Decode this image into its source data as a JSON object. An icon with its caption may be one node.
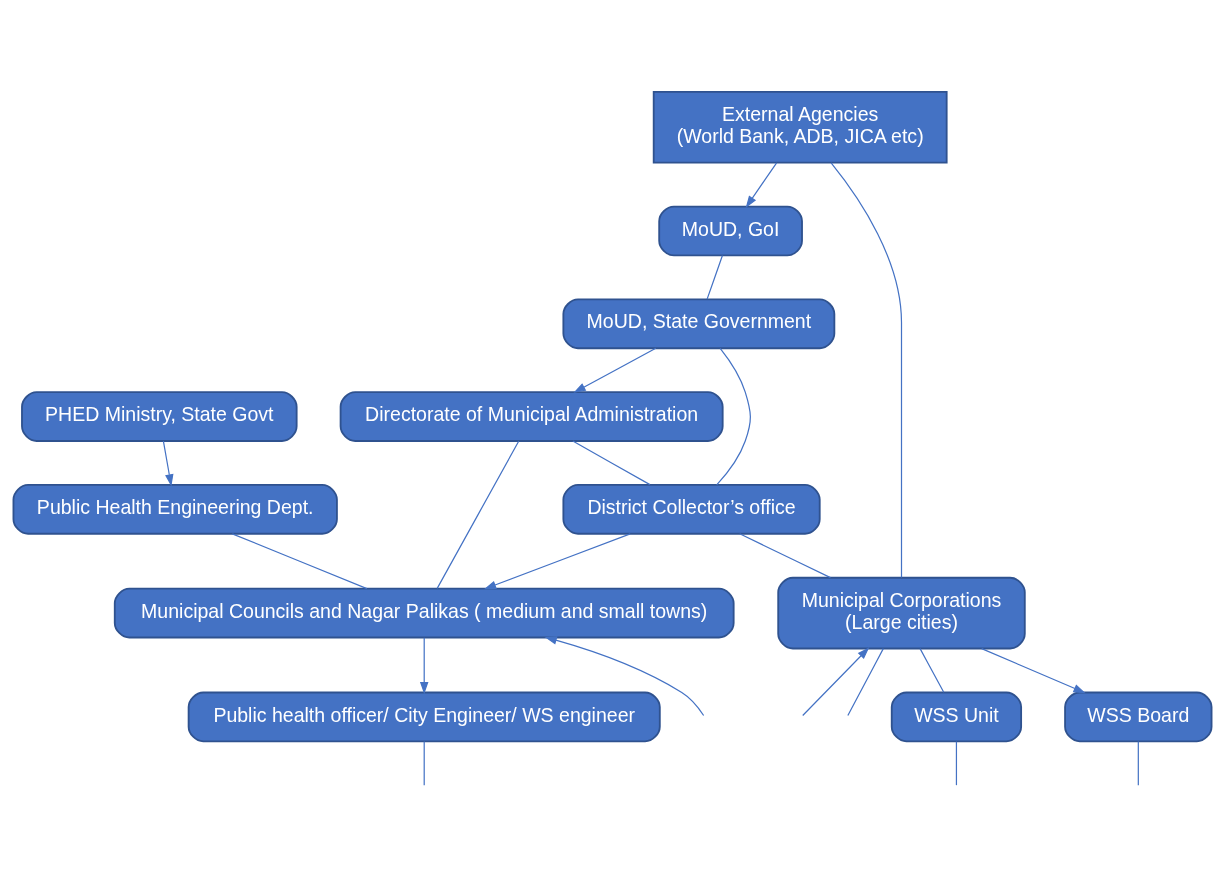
{
  "diagram": {
    "nodes": [
      {
        "text": [
          "MoUD, GoI"
        ]
      },
      {
        "text": [
          "External Agencies",
          "(World Bank, ADB, JICA etc)"
        ]
      },
      {
        "text": [
          "PHED Ministry, State Govt"
        ]
      },
      {
        "text": [
          "MoUD, State Government"
        ]
      },
      {
        "text": [
          "Public Health Engineering Dept."
        ]
      },
      {
        "text": [
          "Directorate of Municipal Administration"
        ]
      },
      {
        "text": [
          "District Collector’s office"
        ]
      },
      {
        "text": [
          "Municipal Councils and Nagar Palikas ( medium and small towns)"
        ]
      },
      {
        "text": [
          "Municipal Corporations",
          "(Large cities)"
        ]
      },
      {
        "text": [
          "Public health officer/ City Engineer/ WS engineer"
        ]
      },
      {
        "text": [
          "WSS Unit"
        ]
      },
      {
        "text": [
          "WSS Board"
        ]
      }
    ],
    "edges": [
      {
        "from": 1,
        "to": 0,
        "arrow": "to"
      },
      {
        "from": 0,
        "to": 3,
        "arrow": "none"
      },
      {
        "from": 3,
        "to": 5,
        "arrow": "to"
      },
      {
        "from": 2,
        "to": 4,
        "arrow": "to"
      },
      {
        "from": 4,
        "to": 7,
        "arrow": "none"
      },
      {
        "from": 5,
        "to": 7,
        "arrow": "none"
      },
      {
        "from": 5,
        "to": 6,
        "arrow": "none"
      },
      {
        "from": 3,
        "to": 6,
        "arrow": "none"
      },
      {
        "from": 1,
        "to": 8,
        "arrow": "none"
      },
      {
        "from": 6,
        "to": 7,
        "arrow": "to"
      },
      {
        "from": 6,
        "to": 8,
        "arrow": "none"
      },
      {
        "from": 7,
        "to": 9,
        "arrow": "to"
      },
      {
        "from": 8,
        "to": 11,
        "arrow": "to"
      },
      {
        "from": 8,
        "to": 10,
        "arrow": "none"
      },
      {
        "from": null,
        "to": 8,
        "arrow": "to"
      },
      {
        "from": null,
        "to": 7,
        "arrow": "to"
      },
      {
        "from": 8,
        "to": null,
        "arrow": "none"
      },
      {
        "from": 9,
        "to": null,
        "arrow": "none"
      },
      {
        "from": 10,
        "to": null,
        "arrow": "none"
      },
      {
        "from": 11,
        "to": null,
        "arrow": "none"
      }
    ]
  }
}
